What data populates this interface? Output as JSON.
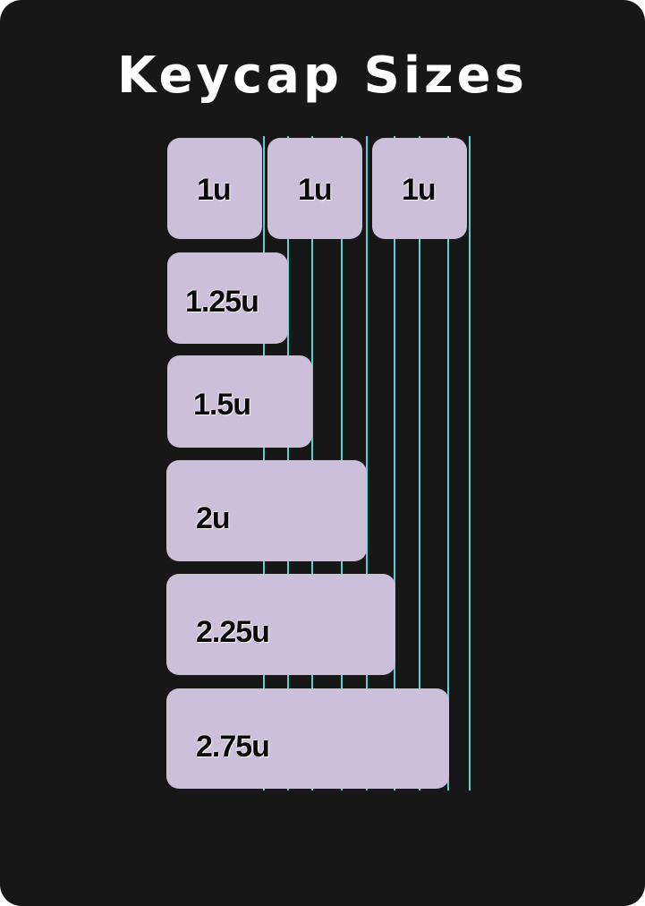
{
  "title": "Keycap Sizes",
  "colors": {
    "background": "#171717",
    "keycap": "#cbbfda",
    "guide_line": "#5fcfd0",
    "title_text": "#ffffff",
    "label_text": "#0a0a0a"
  },
  "top_row": [
    {
      "label": "1u",
      "size_u": 1
    },
    {
      "label": "1u",
      "size_u": 1
    },
    {
      "label": "1u",
      "size_u": 1
    }
  ],
  "keys": [
    {
      "label": "1.25u",
      "size_u": 1.25
    },
    {
      "label": "1.5u",
      "size_u": 1.5
    },
    {
      "label": "2u",
      "size_u": 2
    },
    {
      "label": "2.25u",
      "size_u": 2.25
    },
    {
      "label": "2.75u",
      "size_u": 2.75
    }
  ]
}
